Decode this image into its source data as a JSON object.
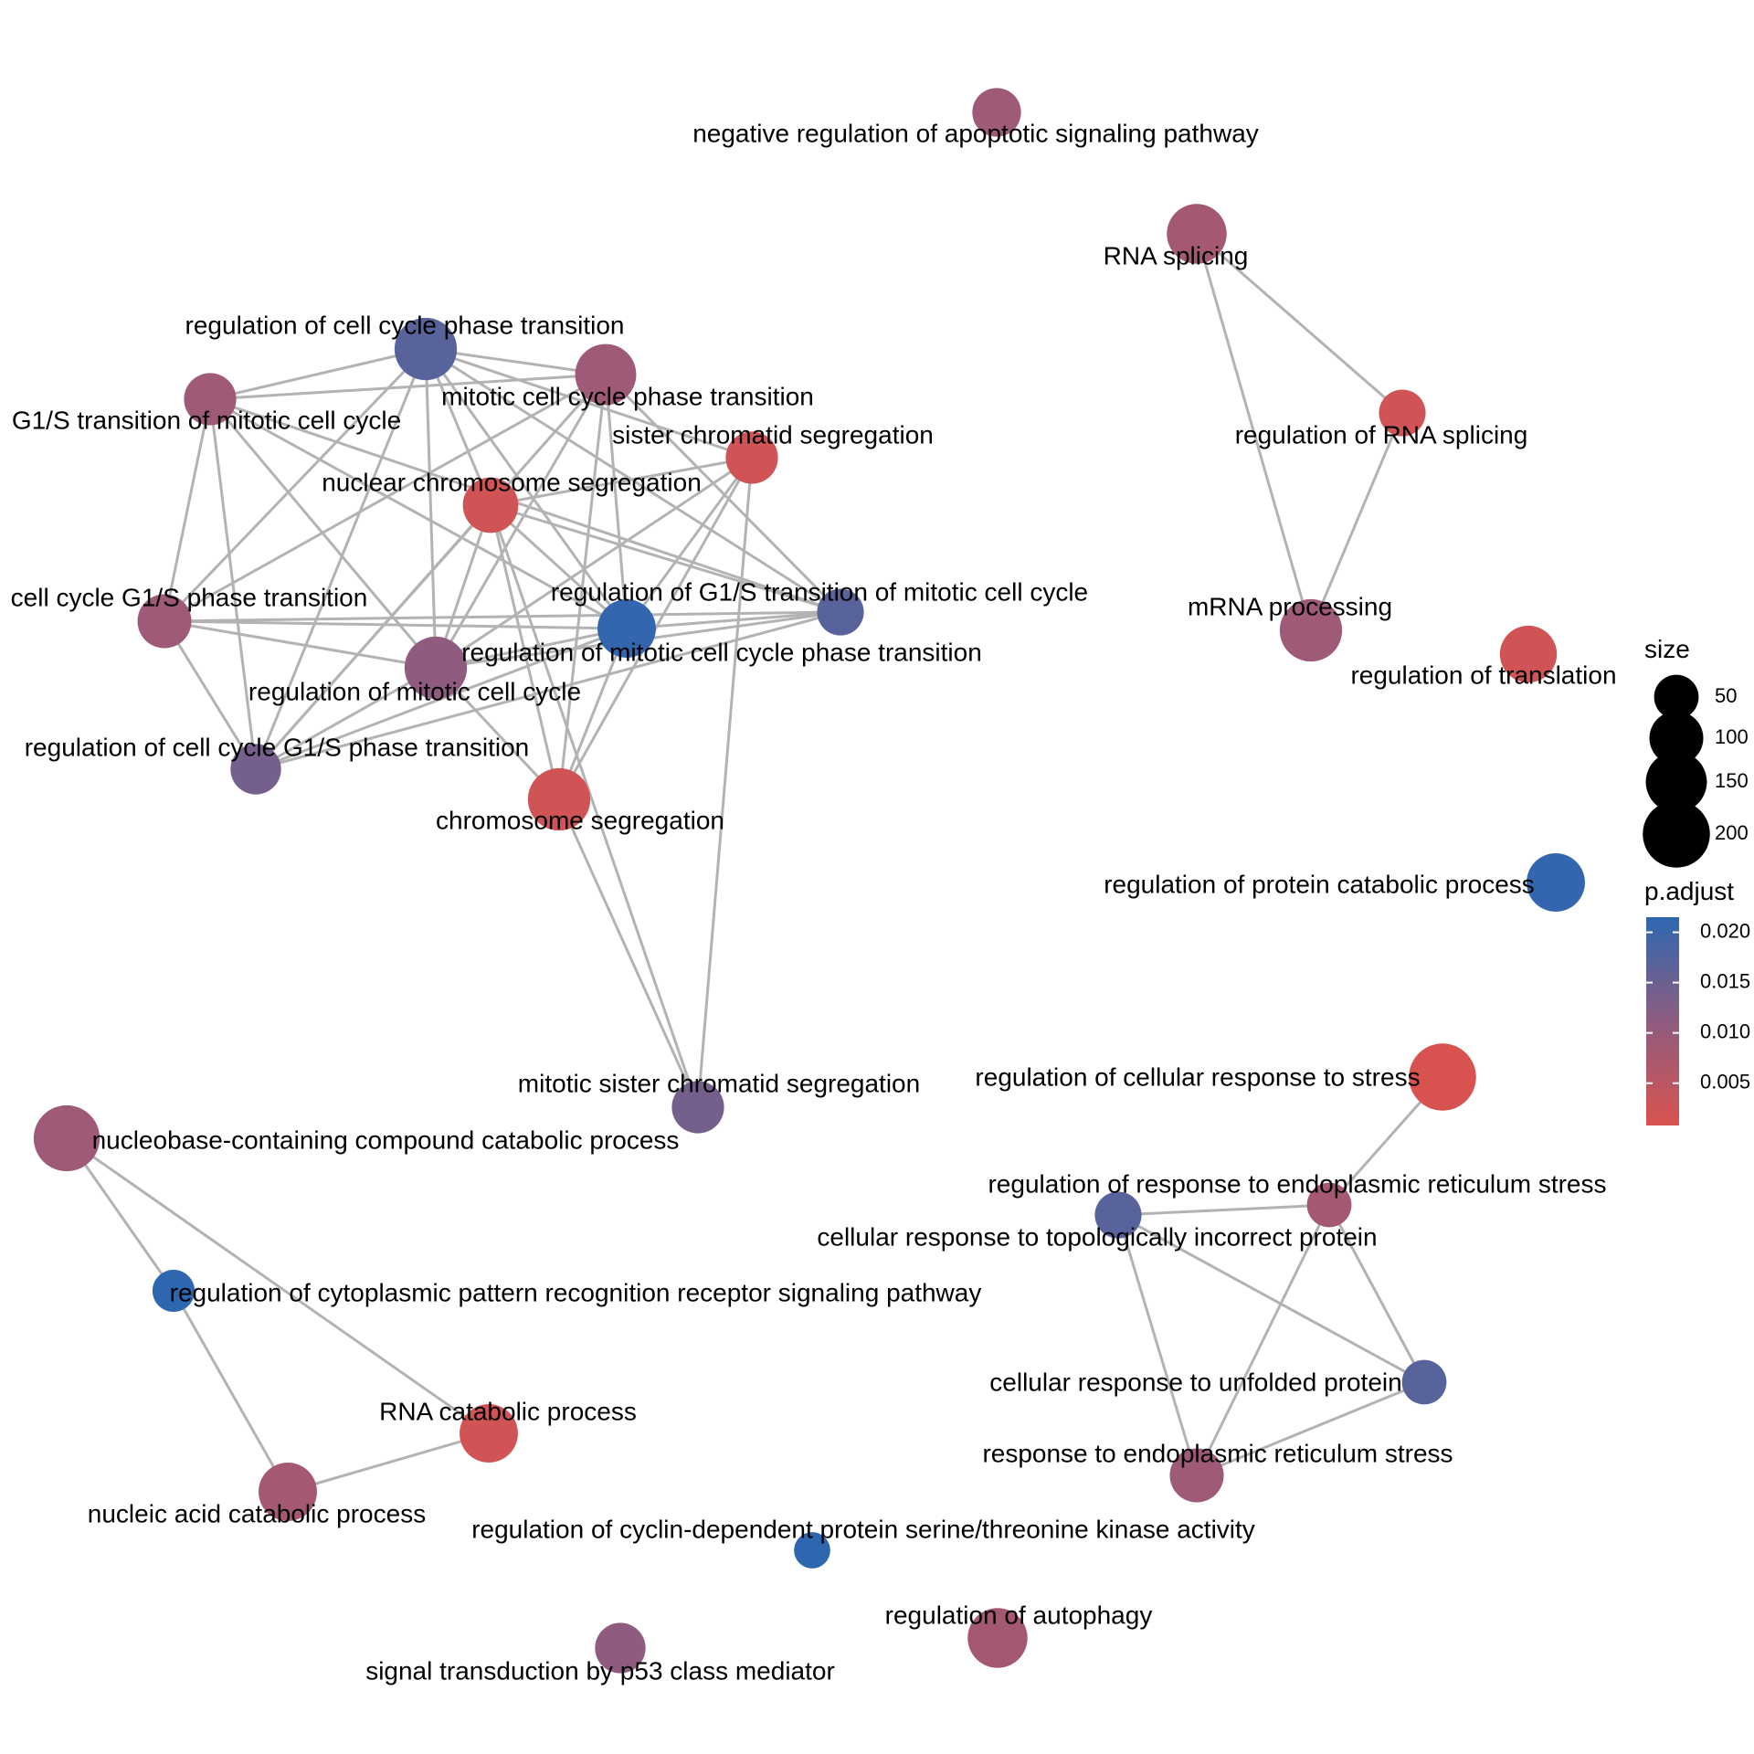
{
  "colors": {
    "edge": "#b3b3b3",
    "p_low": "#d9534f",
    "p_mid": "#8e5c80",
    "p_high": "#2e67b0"
  },
  "network": {
    "nodes": [
      {
        "id": "neg_apop",
        "label": "negative regulation of apoptotic signaling pathway",
        "size": 70,
        "p_adjust": 0.009
      },
      {
        "id": "rna_splicing",
        "label": "RNA splicing",
        "size": 140,
        "p_adjust": 0.008
      },
      {
        "id": "reg_rna_splicing",
        "label": "regulation of RNA splicing",
        "size": 60,
        "p_adjust": 0.002
      },
      {
        "id": "mrna_proc",
        "label": "mRNA processing",
        "size": 160,
        "p_adjust": 0.009
      },
      {
        "id": "reg_translation",
        "label": "regulation of translation",
        "size": 120,
        "p_adjust": 0.002
      },
      {
        "id": "reg_cc_phase",
        "label": "regulation of cell cycle phase transition",
        "size": 160,
        "p_adjust": 0.017
      },
      {
        "id": "mitotic_cc_phase",
        "label": "mitotic cell cycle phase transition",
        "size": 150,
        "p_adjust": 0.009
      },
      {
        "id": "g1s_mitotic",
        "label": "G1/S transition of mitotic cell cycle",
        "size": 90,
        "p_adjust": 0.009
      },
      {
        "id": "sister_chrom",
        "label": "sister chromatid segregation",
        "size": 90,
        "p_adjust": 0.002
      },
      {
        "id": "nuclear_chrom",
        "label": "nuclear chromosome segregation",
        "size": 110,
        "p_adjust": 0.002
      },
      {
        "id": "cc_g1s",
        "label": "cell cycle G1/S phase transition",
        "size": 100,
        "p_adjust": 0.009
      },
      {
        "id": "reg_g1s_mitotic",
        "label": "regulation of G1/S transition of mitotic cell cycle",
        "size": 60,
        "p_adjust": 0.017
      },
      {
        "id": "reg_mitotic_phase",
        "label": "regulation of mitotic cell cycle phase transition",
        "size": 130,
        "p_adjust": 0.021
      },
      {
        "id": "reg_mitotic_cc",
        "label": "regulation of mitotic cell cycle",
        "size": 160,
        "p_adjust": 0.011
      },
      {
        "id": "reg_cc_g1s",
        "label": "regulation of cell cycle G1/S phase transition",
        "size": 80,
        "p_adjust": 0.014
      },
      {
        "id": "chrom_seg",
        "label": "chromosome segregation",
        "size": 160,
        "p_adjust": 0.002
      },
      {
        "id": "mitotic_sister",
        "label": "mitotic sister chromatid segregation",
        "size": 90,
        "p_adjust": 0.014
      },
      {
        "id": "reg_prot_catab",
        "label": "regulation of protein catabolic process",
        "size": 130,
        "p_adjust": 0.021
      },
      {
        "id": "reg_cell_stress",
        "label": "regulation of cellular response to stress",
        "size": 200,
        "p_adjust": 0.001
      },
      {
        "id": "nucleobase_catab",
        "label": "nucleobase-containing compound catabolic process",
        "size": 190,
        "p_adjust": 0.009
      },
      {
        "id": "reg_er_stress",
        "label": "regulation of response to endoplasmic reticulum stress",
        "size": 50,
        "p_adjust": 0.008
      },
      {
        "id": "topo_incorrect",
        "label": "cellular response to topologically incorrect protein",
        "size": 60,
        "p_adjust": 0.017
      },
      {
        "id": "reg_cyto_prr",
        "label": "regulation of cytoplasmic pattern recognition receptor signaling pathway",
        "size": 40,
        "p_adjust": 0.022
      },
      {
        "id": "unfolded_prot",
        "label": "cellular response to unfolded protein",
        "size": 50,
        "p_adjust": 0.017
      },
      {
        "id": "rna_catab",
        "label": "RNA catabolic process",
        "size": 130,
        "p_adjust": 0.002
      },
      {
        "id": "resp_er_stress",
        "label": "response to endoplasmic reticulum stress",
        "size": 100,
        "p_adjust": 0.009
      },
      {
        "id": "nucleic_catab",
        "label": "nucleic acid catabolic process",
        "size": 130,
        "p_adjust": 0.008
      },
      {
        "id": "reg_cdk",
        "label": "regulation of cyclin-dependent protein serine/threonine kinase activity",
        "size": 20,
        "p_adjust": 0.022
      },
      {
        "id": "reg_autophagy",
        "label": "regulation of autophagy",
        "size": 140,
        "p_adjust": 0.008
      },
      {
        "id": "p53",
        "label": "signal transduction by p53 class mediator",
        "size": 80,
        "p_adjust": 0.011
      }
    ],
    "edges": [
      [
        "rna_splicing",
        "reg_rna_splicing"
      ],
      [
        "rna_splicing",
        "mrna_proc"
      ],
      [
        "reg_rna_splicing",
        "mrna_proc"
      ],
      [
        "reg_cc_phase",
        "mitotic_cc_phase"
      ],
      [
        "reg_cc_phase",
        "g1s_mitotic"
      ],
      [
        "reg_cc_phase",
        "nuclear_chrom"
      ],
      [
        "reg_cc_phase",
        "sister_chrom"
      ],
      [
        "reg_cc_phase",
        "cc_g1s"
      ],
      [
        "reg_cc_phase",
        "reg_g1s_mitotic"
      ],
      [
        "reg_cc_phase",
        "reg_mitotic_phase"
      ],
      [
        "reg_cc_phase",
        "reg_mitotic_cc"
      ],
      [
        "reg_cc_phase",
        "reg_cc_g1s"
      ],
      [
        "mitotic_cc_phase",
        "g1s_mitotic"
      ],
      [
        "mitotic_cc_phase",
        "cc_g1s"
      ],
      [
        "mitotic_cc_phase",
        "reg_mitotic_phase"
      ],
      [
        "mitotic_cc_phase",
        "reg_mitotic_cc"
      ],
      [
        "mitotic_cc_phase",
        "reg_g1s_mitotic"
      ],
      [
        "mitotic_cc_phase",
        "chrom_seg"
      ],
      [
        "mitotic_cc_phase",
        "reg_cc_g1s"
      ],
      [
        "g1s_mitotic",
        "cc_g1s"
      ],
      [
        "g1s_mitotic",
        "reg_mitotic_phase"
      ],
      [
        "g1s_mitotic",
        "reg_mitotic_cc"
      ],
      [
        "g1s_mitotic",
        "reg_cc_g1s"
      ],
      [
        "g1s_mitotic",
        "reg_g1s_mitotic"
      ],
      [
        "sister_chrom",
        "nuclear_chrom"
      ],
      [
        "sister_chrom",
        "chrom_seg"
      ],
      [
        "sister_chrom",
        "mitotic_sister"
      ],
      [
        "sister_chrom",
        "reg_mitotic_phase"
      ],
      [
        "sister_chrom",
        "reg_mitotic_cc"
      ],
      [
        "nuclear_chrom",
        "chrom_seg"
      ],
      [
        "nuclear_chrom",
        "mitotic_sister"
      ],
      [
        "nuclear_chrom",
        "reg_mitotic_phase"
      ],
      [
        "nuclear_chrom",
        "reg_g1s_mitotic"
      ],
      [
        "nuclear_chrom",
        "reg_mitotic_cc"
      ],
      [
        "nuclear_chrom",
        "reg_cc_g1s"
      ],
      [
        "cc_g1s",
        "reg_mitotic_phase"
      ],
      [
        "cc_g1s",
        "reg_g1s_mitotic"
      ],
      [
        "cc_g1s",
        "reg_mitotic_cc"
      ],
      [
        "cc_g1s",
        "reg_cc_g1s"
      ],
      [
        "reg_g1s_mitotic",
        "reg_mitotic_phase"
      ],
      [
        "reg_g1s_mitotic",
        "reg_mitotic_cc"
      ],
      [
        "reg_g1s_mitotic",
        "reg_cc_g1s"
      ],
      [
        "reg_mitotic_phase",
        "reg_mitotic_cc"
      ],
      [
        "reg_mitotic_phase",
        "reg_cc_g1s"
      ],
      [
        "reg_mitotic_phase",
        "chrom_seg"
      ],
      [
        "reg_mitotic_cc",
        "reg_cc_g1s"
      ],
      [
        "reg_mitotic_cc",
        "chrom_seg"
      ],
      [
        "chrom_seg",
        "mitotic_sister"
      ],
      [
        "reg_cell_stress",
        "reg_er_stress"
      ],
      [
        "reg_er_stress",
        "topo_incorrect"
      ],
      [
        "reg_er_stress",
        "unfolded_prot"
      ],
      [
        "reg_er_stress",
        "resp_er_stress"
      ],
      [
        "topo_incorrect",
        "unfolded_prot"
      ],
      [
        "topo_incorrect",
        "resp_er_stress"
      ],
      [
        "unfolded_prot",
        "resp_er_stress"
      ],
      [
        "nucleobase_catab",
        "reg_cyto_prr"
      ],
      [
        "nucleobase_catab",
        "rna_catab"
      ],
      [
        "reg_cyto_prr",
        "nucleic_catab"
      ],
      [
        "rna_catab",
        "nucleic_catab"
      ]
    ]
  },
  "legend": {
    "size_title": "size",
    "size_items": [
      {
        "value": 50,
        "label": "50"
      },
      {
        "value": 100,
        "label": "100"
      },
      {
        "value": 150,
        "label": "150"
      },
      {
        "value": 200,
        "label": "200"
      }
    ],
    "color_title": "p.adjust",
    "color_ticks": [
      {
        "value": 0.02,
        "label": "0.020"
      },
      {
        "value": 0.015,
        "label": "0.015"
      },
      {
        "value": 0.01,
        "label": "0.010"
      },
      {
        "value": 0.005,
        "label": "0.005"
      }
    ],
    "color_range": [
      0.0008,
      0.0215
    ]
  }
}
